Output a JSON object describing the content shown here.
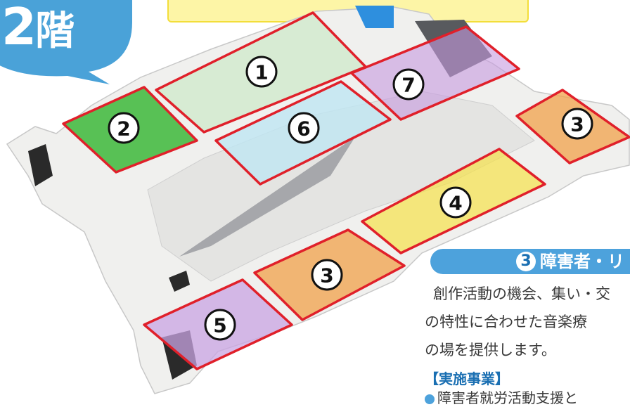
{
  "floor": {
    "number": "2",
    "kanji": "階"
  },
  "zones": [
    {
      "num": "①",
      "color": "#cfe9c9"
    },
    {
      "num": "②",
      "color": "#3db83a"
    },
    {
      "num": "③",
      "color": "#f2a24a"
    },
    {
      "num": "④",
      "color": "#f5e14a"
    },
    {
      "num": "⑤",
      "color": "#c9a4e3"
    },
    {
      "num": "⑥",
      "color": "#bfe6f2"
    },
    {
      "num": "⑦",
      "color": "#c69ae0"
    }
  ],
  "colors": {
    "zone_border": "#e0202a",
    "accent": "#4da2dc",
    "tab": "#fdf5a6"
  },
  "info": {
    "num": "3",
    "title": "障害者・リ",
    "lines": [
      "創作活動の機会、集い・交",
      "の特性に合わせた音楽療",
      "の場を提供します。"
    ],
    "heading": "【実施事業】",
    "bullet": "障害者就労活動支援と"
  }
}
